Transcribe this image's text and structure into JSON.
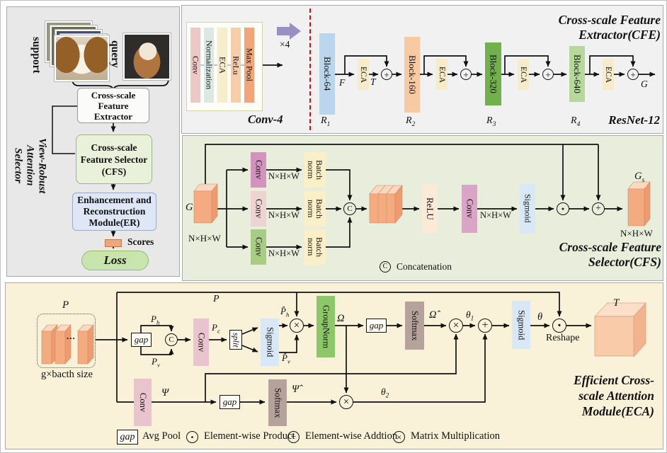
{
  "symbols": {
    "add": "+",
    "product": "·",
    "matmul": "×",
    "concat": "C",
    "dots": "..."
  },
  "left_panel": {
    "support_label": "support",
    "query_label": "query",
    "title_lines": [
      "View-Robust",
      "Attention",
      "Selector"
    ],
    "cfe_box_lines": [
      "Cross-scale",
      "Feature",
      "Extractor"
    ],
    "cfs_box_lines": [
      "Cross-scale",
      "Feature Selector",
      "(CFS)"
    ],
    "er_box_lines": [
      "Enhancement and",
      "Reconstruction",
      "Module(ER)"
    ],
    "scores_label": "Scores",
    "loss_label": "Loss"
  },
  "cfe_panel": {
    "title_lines": [
      "Cross-scale Feature",
      "Extractor(CFE)"
    ],
    "conv4_label": "Conv-4",
    "conv4_bars": [
      "Conv",
      "Normalization",
      "ECA",
      "ReLu",
      "Max Pool"
    ],
    "repeat_label": "×4",
    "resnet_label": "ResNet-12",
    "r_base": "R",
    "blocks": [
      {
        "label": "Block-64",
        "r_sub": "1"
      },
      {
        "label": "Block-160",
        "r_sub": "2"
      },
      {
        "label": "Block-320",
        "r_sub": "3"
      },
      {
        "label": "Block-640",
        "r_sub": "4"
      }
    ],
    "eca_label": "ECA",
    "f_label": "F",
    "t_label": "T",
    "g_label": "G"
  },
  "cfs_panel": {
    "title_lines": [
      "Cross-scale Feature",
      "Selector(CFS)"
    ],
    "g_in_label": "G",
    "dim_label": "N×H×W",
    "conv_label": "Conv",
    "batchnorm_lines": [
      "Batch",
      "norm"
    ],
    "relu_label": "ReLU",
    "sigmoid_label": "Sigmoid",
    "g_out_base": "G",
    "g_out_sub": "s",
    "concat_label": "Concatenation"
  },
  "eca_panel": {
    "title_lines": [
      "Efficient Cross-",
      "scale Attention",
      "Module(ECA)"
    ],
    "p_label": "P",
    "batch_size_label": "g×bacth size",
    "gap_label": "gap",
    "p_base": "P",
    "ph_sub": "h",
    "pv_sub": "v",
    "pc_sub": "c",
    "p_hat_base": "P̂",
    "conv_label": "Conv",
    "split_label": "split",
    "sigmoid_label": "Sigmoid",
    "groupnorm_label": "GroupNorm",
    "softmax_label": "Softmax",
    "omega_label": "Ω",
    "omega_hat_label": "Ω̂",
    "psi_label": "Ψ",
    "psi_hat_label": "Ψ̂",
    "theta_label": "θ",
    "theta1_sub": "1",
    "theta2_sub": "2",
    "reshape_label": "Reshape",
    "t_label": "T"
  },
  "legend": {
    "gap_symbol": "gap",
    "gap_label": "Avg Pool",
    "product_label": "Element-wise Product",
    "add_label": "Element-wise Addtion",
    "matmul_label": "Matrix Multiplication"
  },
  "colors": {
    "left_panel_bg": "#e8e8e8",
    "cfe_panel_bg": "#f1f1f1",
    "cfs_panel_bg": "#e8eedb",
    "eca_panel_bg": "#f9f2d9",
    "block64": "#b9d6ec",
    "block160": "#f7caa3",
    "block320": "#72b04c",
    "block640": "#b6d89b",
    "eca_box": "#f7ecca",
    "conv_pink": "#e9c3ce",
    "conv_magenta": "#d293be",
    "conv_green": "#a7cd84",
    "batchnorm": "#faefc6",
    "relu": "#fcead8",
    "sigmoid": "#d9e8f6",
    "groupnorm": "#8dc868",
    "softmax": "#b5a29b",
    "tensor_orange": "#f5ab80",
    "purple_arrow": "#998fc4",
    "divider_red": "#cc1111",
    "loss_green": "#c9e5ae",
    "er_blue": "#dfe7f6",
    "scores_chip": "#eba87e"
  }
}
